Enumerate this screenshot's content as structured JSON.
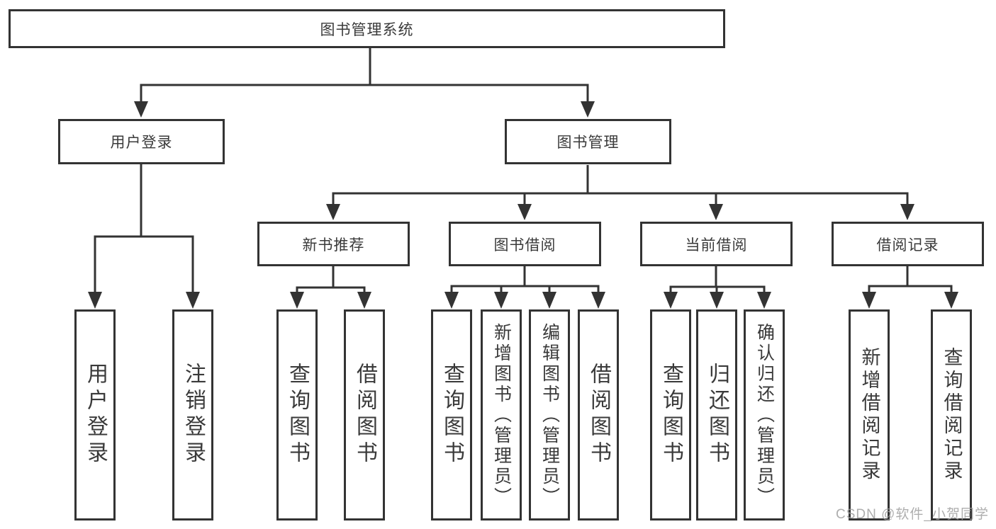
{
  "colors": {
    "line": "#333333",
    "border": "#333333",
    "text": "#3a3a3a",
    "watermark": "#a0a0a0",
    "background": "#ffffff"
  },
  "diagram": {
    "title_note": "functional structure chart",
    "root": {
      "label": "图书管理系统"
    },
    "level2": [
      {
        "label": "用户登录"
      },
      {
        "label": "图书管理"
      }
    ],
    "level3": [
      {
        "label": "新书推荐",
        "parent": "图书管理"
      },
      {
        "label": "图书借阅",
        "parent": "图书管理"
      },
      {
        "label": "当前借阅",
        "parent": "图书管理"
      },
      {
        "label": "借阅记录",
        "parent": "图书管理"
      }
    ],
    "leaves": [
      {
        "label": "用户登录",
        "parent": "用户登录"
      },
      {
        "label": "注销登录",
        "parent": "用户登录"
      },
      {
        "label": "查询图书",
        "parent": "新书推荐"
      },
      {
        "label": "借阅图书",
        "parent": "新书推荐"
      },
      {
        "label": "查询图书",
        "parent": "图书借阅"
      },
      {
        "label": "新增图书（管理员）",
        "parent": "图书借阅"
      },
      {
        "label": "编辑图书（管理员）",
        "parent": "图书借阅"
      },
      {
        "label": "借阅图书",
        "parent": "图书借阅"
      },
      {
        "label": "查询图书",
        "parent": "当前借阅"
      },
      {
        "label": "归还图书",
        "parent": "当前借阅"
      },
      {
        "label": "确认归还（管理员）",
        "parent": "当前借阅"
      },
      {
        "label": "新增借阅记录",
        "parent": "借阅记录"
      },
      {
        "label": "查询借阅记录",
        "parent": "借阅记录"
      }
    ]
  },
  "watermark": {
    "text": "CSDN @软件_小贺同学"
  }
}
